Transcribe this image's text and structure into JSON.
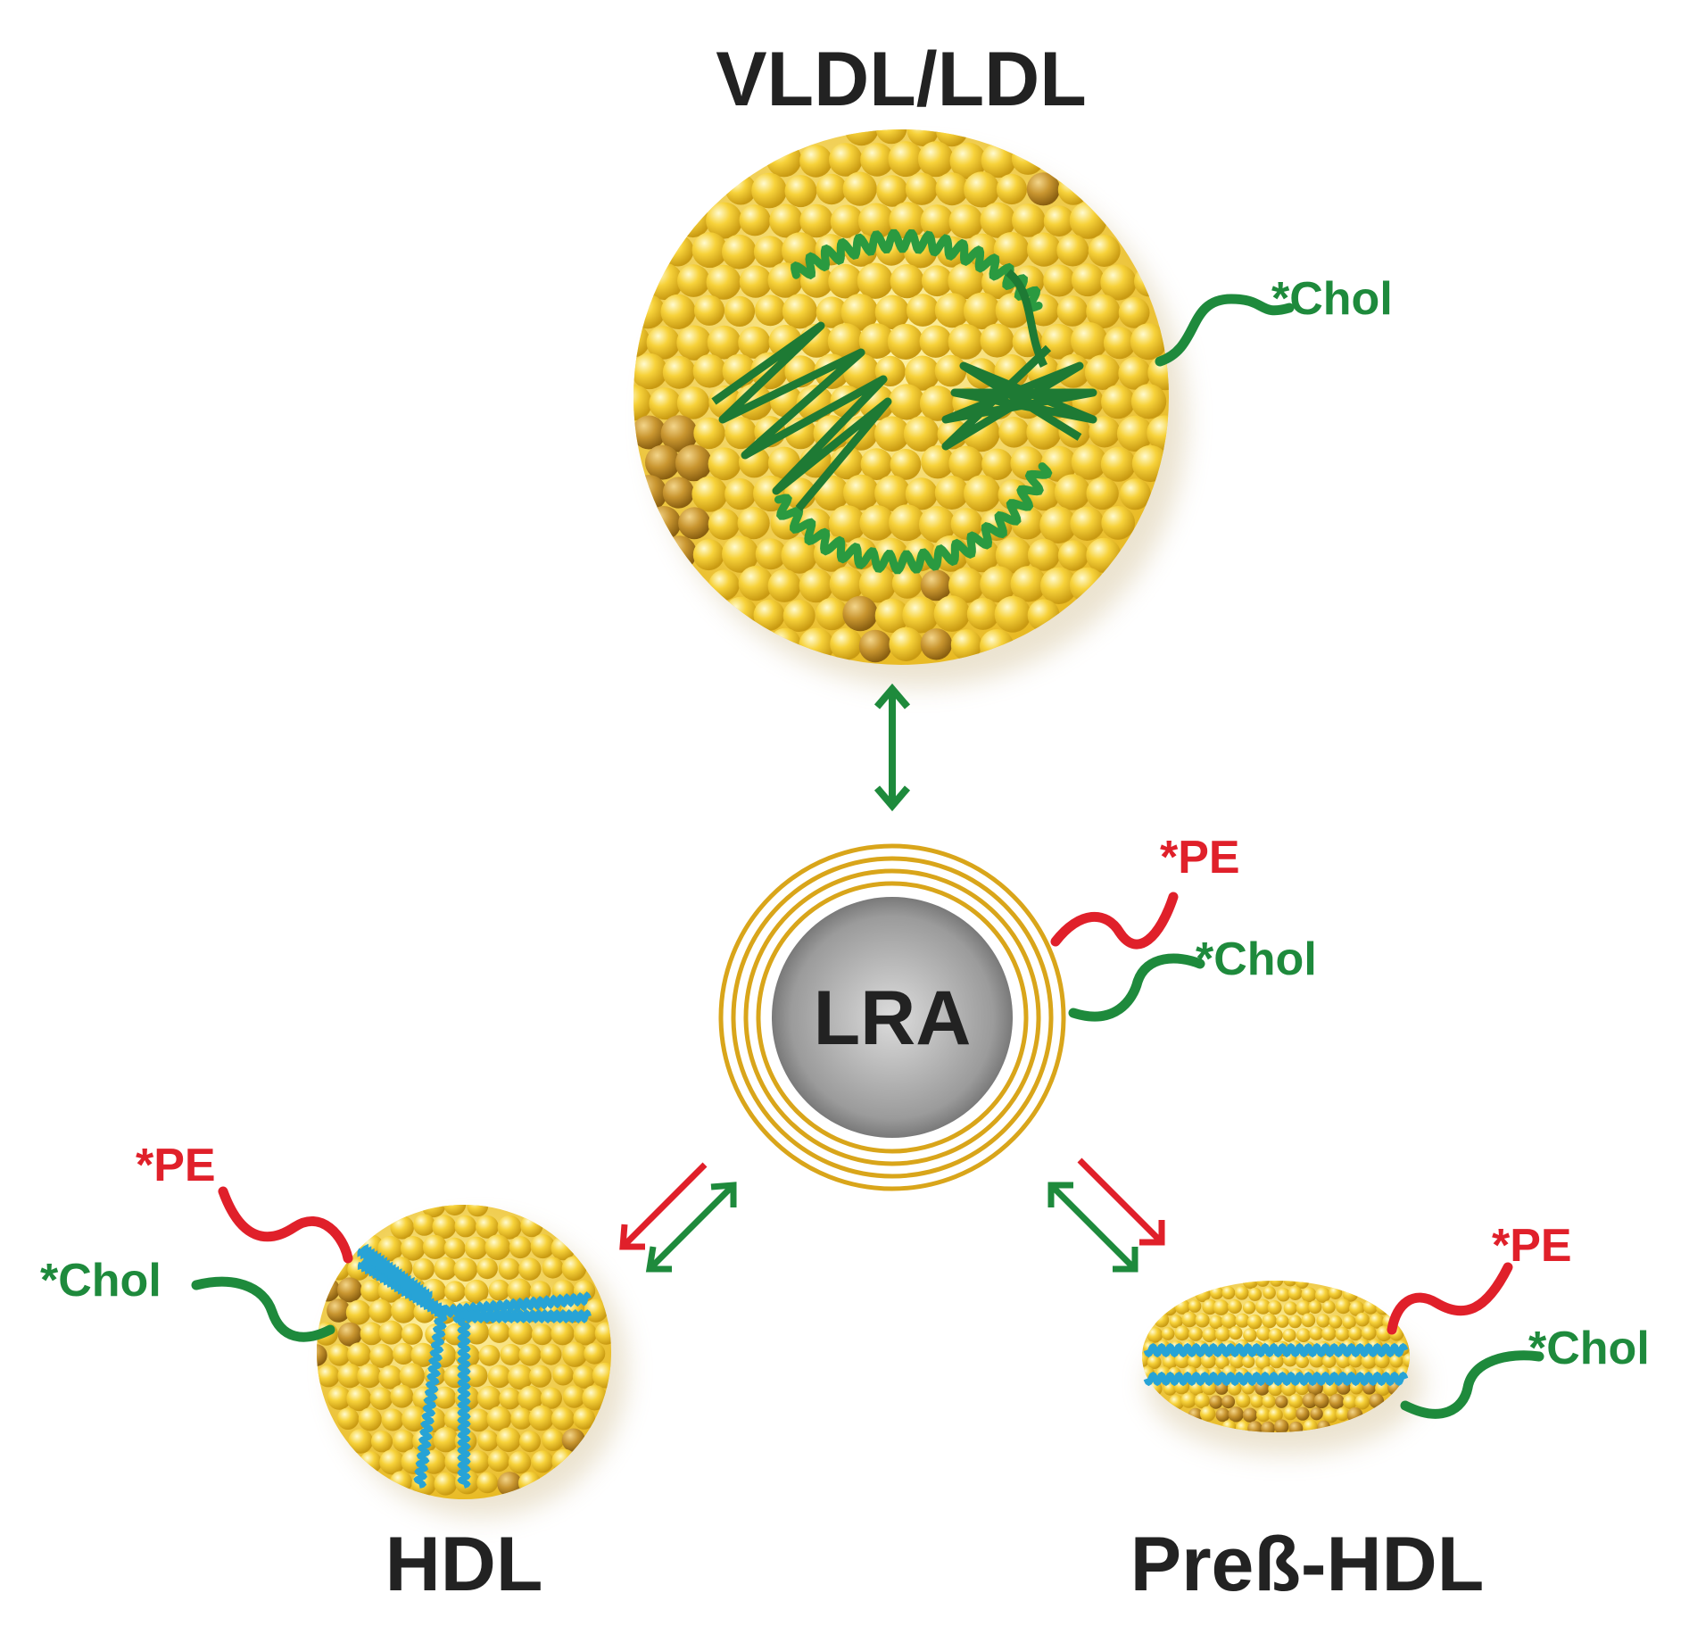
{
  "particles": {
    "vldl_ldl": {
      "label": "VLDL/LDL",
      "tags": [
        "*Chol"
      ]
    },
    "lra": {
      "label": "LRA",
      "tags": [
        "*PE",
        "*Chol"
      ]
    },
    "hdl": {
      "label": "HDL",
      "tags": [
        "*PE",
        "*Chol"
      ]
    },
    "pre_hdl": {
      "label": "Preß-HDL",
      "tags": [
        "*PE",
        "*Chol"
      ]
    }
  },
  "colors": {
    "chol": "#1e8a3c",
    "pe": "#e0202a",
    "apolipoprotein_helix": "#2a9a40",
    "hdl_protein": "#27a3d6",
    "lipid_bead": "#f2c21e",
    "lra_core": "#8a8a8a",
    "lra_rings": "#d9a51a",
    "label_dark": "#222222"
  },
  "icons": {
    "exchange_arrow_vertical": "double-headed-arrow",
    "exchange_arrows_left": "split-red-green-arrows",
    "exchange_arrows_right": "split-red-green-arrows"
  }
}
